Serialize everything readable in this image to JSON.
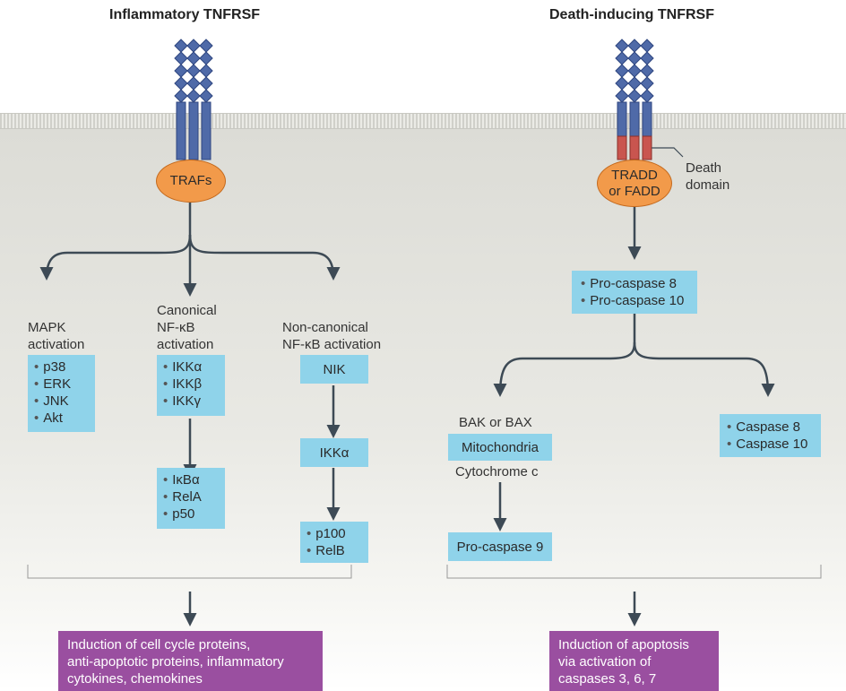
{
  "titles": {
    "left": "Inflammatory TNFRSF",
    "right": "Death-inducing TNFRSF"
  },
  "left": {
    "adaptor": "TRAFs",
    "mapk": {
      "label": "MAPK\nactivation",
      "items": [
        "p38",
        "ERK",
        "JNK",
        "Akt"
      ]
    },
    "canonical": {
      "label": "Canonical\nNF-κB\nactivation",
      "items1": [
        "IKKα",
        "IKKβ",
        "IKKγ"
      ],
      "items2": [
        "IκBα",
        "RelA",
        "p50"
      ]
    },
    "noncanonical": {
      "label": "Non-canonical\nNF-κB activation",
      "box1": "NIK",
      "box2": "IKKα",
      "items3": [
        "p100",
        "RelB"
      ]
    },
    "output": "Induction of cell cycle proteins,\nanti-apoptotic proteins, inflammatory\ncytokines, chemokines"
  },
  "right": {
    "adaptor": "TRADD\nor FADD",
    "death_domain": "Death\ndomain",
    "procaspase": [
      "Pro-caspase 8",
      "Pro-caspase 10"
    ],
    "bak": "BAK or BAX",
    "mito": "Mitochondria",
    "cytc": "Cytochrome c",
    "procaspase9": "Pro-caspase 9",
    "caspase": [
      "Caspase 8",
      "Caspase 10"
    ],
    "output": "Induction of apoptosis\nvia activation of\ncaspases 3, 6, 7"
  },
  "colors": {
    "receptor": "#4f6aa8",
    "death_domain": "#c9554f",
    "adaptor": "#f29a4a",
    "box": "#8fd3ea",
    "output": "#9a4fa0",
    "arrow": "#3d4a55"
  }
}
